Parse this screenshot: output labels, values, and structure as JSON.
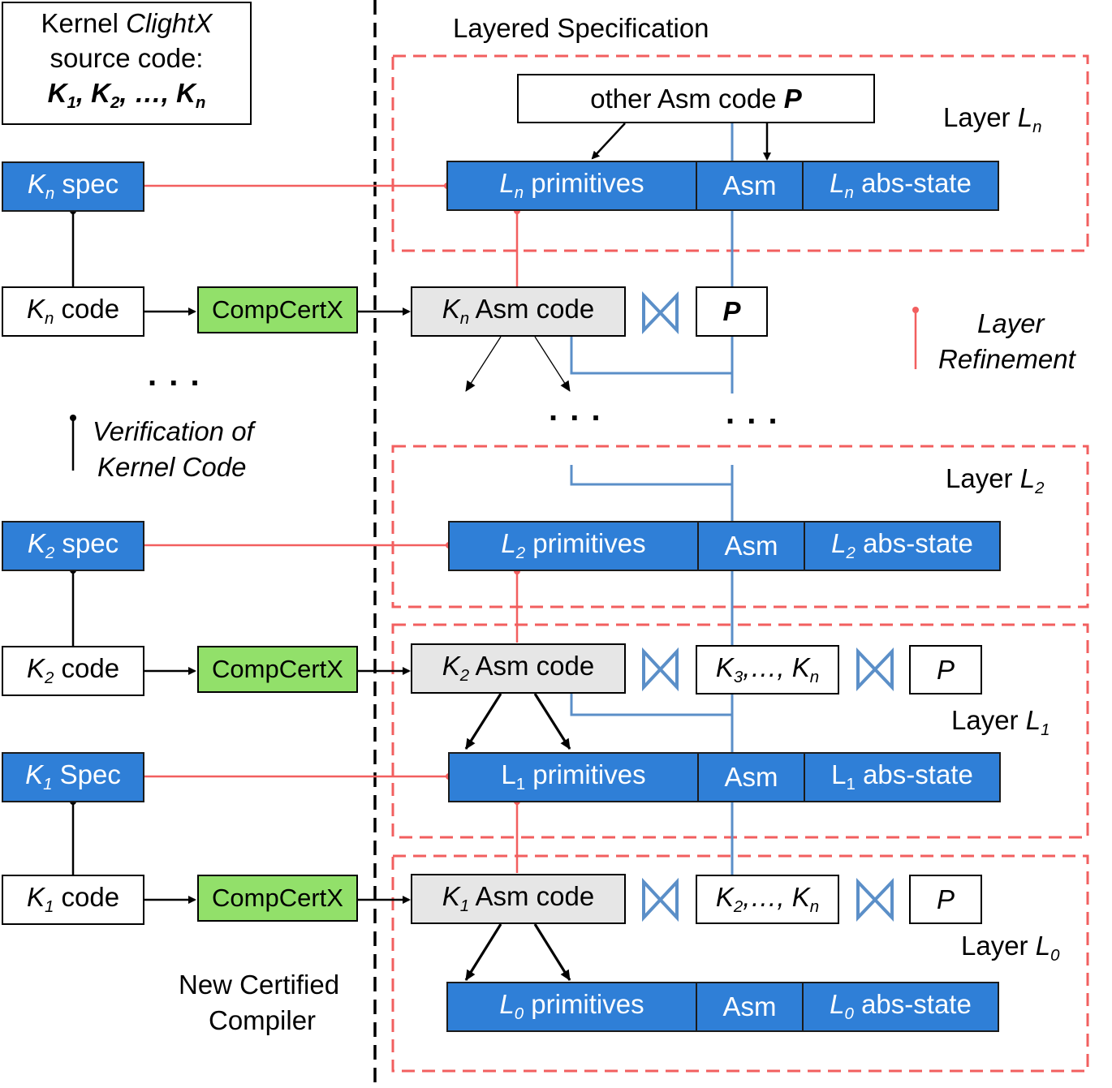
{
  "source_box": {
    "line1_prefix": "Kernel",
    "line1_italic": "ClightX",
    "line2": "source code:",
    "k1": "K",
    "k1_sub": "1",
    "k2": "K",
    "k2_sub": "2",
    "ellipsis": "…",
    "kn": "K",
    "kn_sub": "n",
    "sep": ","
  },
  "headings": {
    "layered_spec": "Layered Specification",
    "verification_line1": "Verification of",
    "verification_line2": "Kernel Code",
    "refinement_line1": "Layer",
    "refinement_line2": "Refinement",
    "compiler_line1": "New Certified",
    "compiler_line2": "Compiler",
    "left_dots": ". . .",
    "mid_dots": ". . .",
    "right_dots": ". . ."
  },
  "other_asm": {
    "text": "other Asm code",
    "p": "P"
  },
  "layers": {
    "Ln": {
      "label": "Layer",
      "letter": "L",
      "sub": "n"
    },
    "L2": {
      "label": "Layer",
      "letter": "L",
      "sub": "2"
    },
    "L1": {
      "label": "Layer",
      "letter": "L",
      "sub": "1"
    },
    "L0": {
      "label": "Layer",
      "letter": "L",
      "sub": "0"
    }
  },
  "bars": {
    "n": {
      "letter": "L",
      "sub": "n",
      "prim": "primitives",
      "asm": "Asm",
      "abs": "abs-state"
    },
    "two": {
      "letter": "L",
      "sub": "2",
      "prim": "primitives",
      "asm": "Asm",
      "abs": "abs-state"
    },
    "one": {
      "letter": "L",
      "sub": "1",
      "prim": "primitives",
      "asm": "Asm",
      "abs": "abs-state"
    },
    "zero": {
      "letter": "L",
      "sub": "0",
      "prim": "primitives",
      "asm": "Asm",
      "abs": "abs-state"
    }
  },
  "specs": {
    "n": {
      "k": "K",
      "sub": "n",
      "label": "spec"
    },
    "two": {
      "k": "K",
      "sub": "2",
      "label": "spec"
    },
    "one": {
      "k": "K",
      "sub": "1",
      "label": "Spec"
    }
  },
  "codes": {
    "n": {
      "k": "K",
      "sub": "n",
      "label": "code"
    },
    "two": {
      "k": "K",
      "sub": "2",
      "label": "code"
    },
    "one": {
      "k": "K",
      "sub": "1",
      "label": "code"
    }
  },
  "compiler": {
    "label": "CompCertX"
  },
  "asm_codes": {
    "n": {
      "k": "K",
      "sub": "n",
      "label": "Asm code"
    },
    "two": {
      "k": "K",
      "sub": "2",
      "label": "Asm code"
    },
    "one": {
      "k": "K",
      "sub": "1",
      "label": "Asm code"
    }
  },
  "linked": {
    "n_p": "P",
    "two_k": "K",
    "two_k_sub": "3",
    "two_mid": ",…,",
    "two_kn": "K",
    "two_kn_sub": "n",
    "two_p": "P",
    "one_k": "K",
    "one_k_sub": "2",
    "one_mid": ",…,",
    "one_kn": "K",
    "one_kn_sub": "n",
    "one_p": "P"
  },
  "colors": {
    "blue_box": "#2f7fd7",
    "link_blue": "#5b8fc8",
    "refine_red": "#f25f5f",
    "green_box": "#92e06a",
    "grey_box": "#e6e6e6"
  }
}
